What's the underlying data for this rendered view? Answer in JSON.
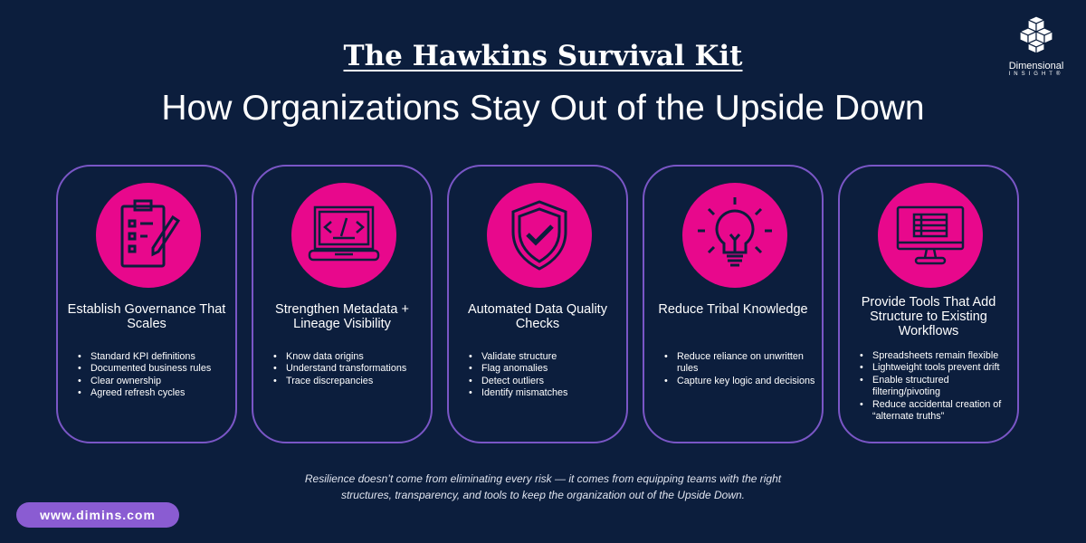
{
  "header": {
    "title": "The Hawkins Survival Kit",
    "subtitle": "How Organizations Stay Out of the Upside Down"
  },
  "logo": {
    "name": "Dimensional",
    "tagline": "INSIGHT®"
  },
  "colors": {
    "background": "#0c1e3d",
    "accent": "#e8088c",
    "border": "#7a56c6"
  },
  "cards": [
    {
      "icon": "clipboard-checklist-icon",
      "title": "Establish Governance That Scales",
      "bullets": [
        "Standard KPI definitions",
        "Documented business rules",
        "Clear ownership",
        "Agreed refresh cycles"
      ]
    },
    {
      "icon": "laptop-code-icon",
      "title": "Strengthen Metadata + Lineage Visibility",
      "bullets": [
        "Know data origins",
        "Understand transformations",
        "Trace discrepancies"
      ]
    },
    {
      "icon": "shield-check-icon",
      "title": "Automated Data Quality Checks",
      "bullets": [
        "Validate structure",
        "Flag anomalies",
        "Detect outliers",
        "Identify mismatches"
      ]
    },
    {
      "icon": "lightbulb-icon",
      "title": "Reduce Tribal Knowledge",
      "bullets": [
        "Reduce reliance on unwritten rules",
        "Capture key logic and decisions"
      ]
    },
    {
      "icon": "monitor-spreadsheet-icon",
      "title": "Provide Tools That Add Structure to Existing Workflows",
      "bullets": [
        "Spreadsheets remain flexible",
        "Lightweight tools prevent drift",
        "Enable structured filtering/pivoting",
        "Reduce accidental creation of “alternate truths”"
      ]
    }
  ],
  "footer": {
    "line1": "Resilience doesn’t come from eliminating every risk — it comes from equipping teams with the right",
    "line2": "structures, transparency, and tools to keep the organization out of the Upside Down."
  },
  "website": "www.dimins.com"
}
